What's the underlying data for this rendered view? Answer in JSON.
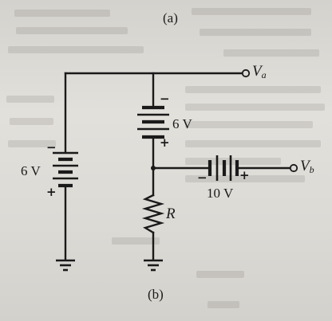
{
  "labels": {
    "top_caption": "(a)",
    "bottom_caption": "(b)",
    "left_battery_voltage": "6 V",
    "left_battery_plus": "+",
    "left_battery_minus": "−",
    "mid_battery_voltage": "6 V",
    "mid_battery_plus": "+",
    "mid_battery_minus": "−",
    "right_battery_voltage": "10 V",
    "right_battery_plus": "+",
    "right_battery_minus": "−",
    "resistor": "R",
    "terminal_a_symbol": "V",
    "terminal_a_sub": "a",
    "terminal_b_symbol": "V",
    "terminal_b_sub": "b"
  }
}
